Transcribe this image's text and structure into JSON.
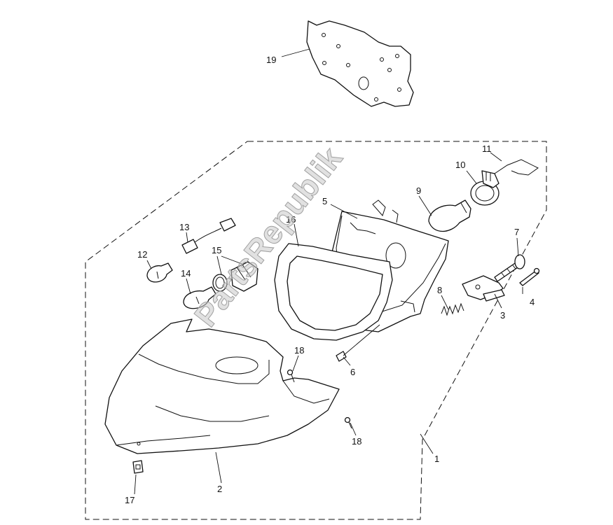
{
  "watermark": "PartsRepublik",
  "callouts": {
    "p1": "1",
    "p2": "2",
    "p3": "3",
    "p4": "4",
    "p5": "5",
    "p6": "6",
    "p7": "7",
    "p8": "8",
    "p9": "9",
    "p10": "10",
    "p11": "11",
    "p12": "12",
    "p13": "13",
    "p14": "14",
    "p15": "15",
    "p16": "16",
    "p17": "17",
    "p18a": "18",
    "p18b": "18",
    "p19": "19"
  }
}
